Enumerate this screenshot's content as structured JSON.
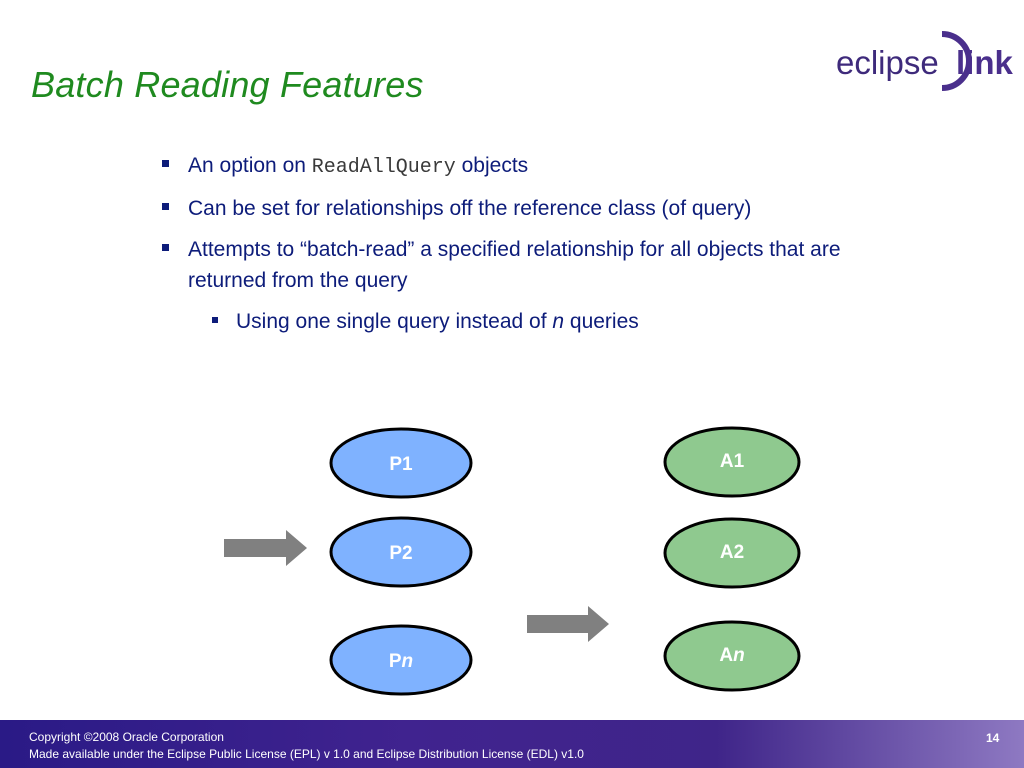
{
  "title": "Batch Reading Features",
  "logo": {
    "left": "eclipse",
    "right": "link"
  },
  "bullets": [
    {
      "pre": "An option on ",
      "code": "ReadAllQuery",
      "post": " objects"
    },
    {
      "text": "Can be set for relationships off the reference class (of query)"
    },
    {
      "text": "Attempts to “batch-read” a specified relationship for all objects that are returned from the query"
    },
    {
      "pre": "Using one single query instead of ",
      "ital": "n",
      "post": " queries"
    }
  ],
  "diagram": {
    "left_nodes": [
      {
        "prefix": "P",
        "label": "1"
      },
      {
        "prefix": "P",
        "label": "2"
      },
      {
        "prefix": "P",
        "label": "n"
      }
    ],
    "right_nodes": [
      {
        "prefix": "A",
        "label": "1"
      },
      {
        "prefix": "A",
        "label": "2"
      },
      {
        "prefix": "A",
        "label": "n"
      }
    ],
    "colors": {
      "left_fill": "#7fb2ff",
      "right_fill": "#8fc98f",
      "arrow": "#808080"
    }
  },
  "footer": {
    "copyright": "Copyright ©2008 Oracle Corporation",
    "license": "Made available under the Eclipse Public License (EPL)  v 1.0 and Eclipse Distribution License (EDL) v1.0",
    "page": "14"
  }
}
